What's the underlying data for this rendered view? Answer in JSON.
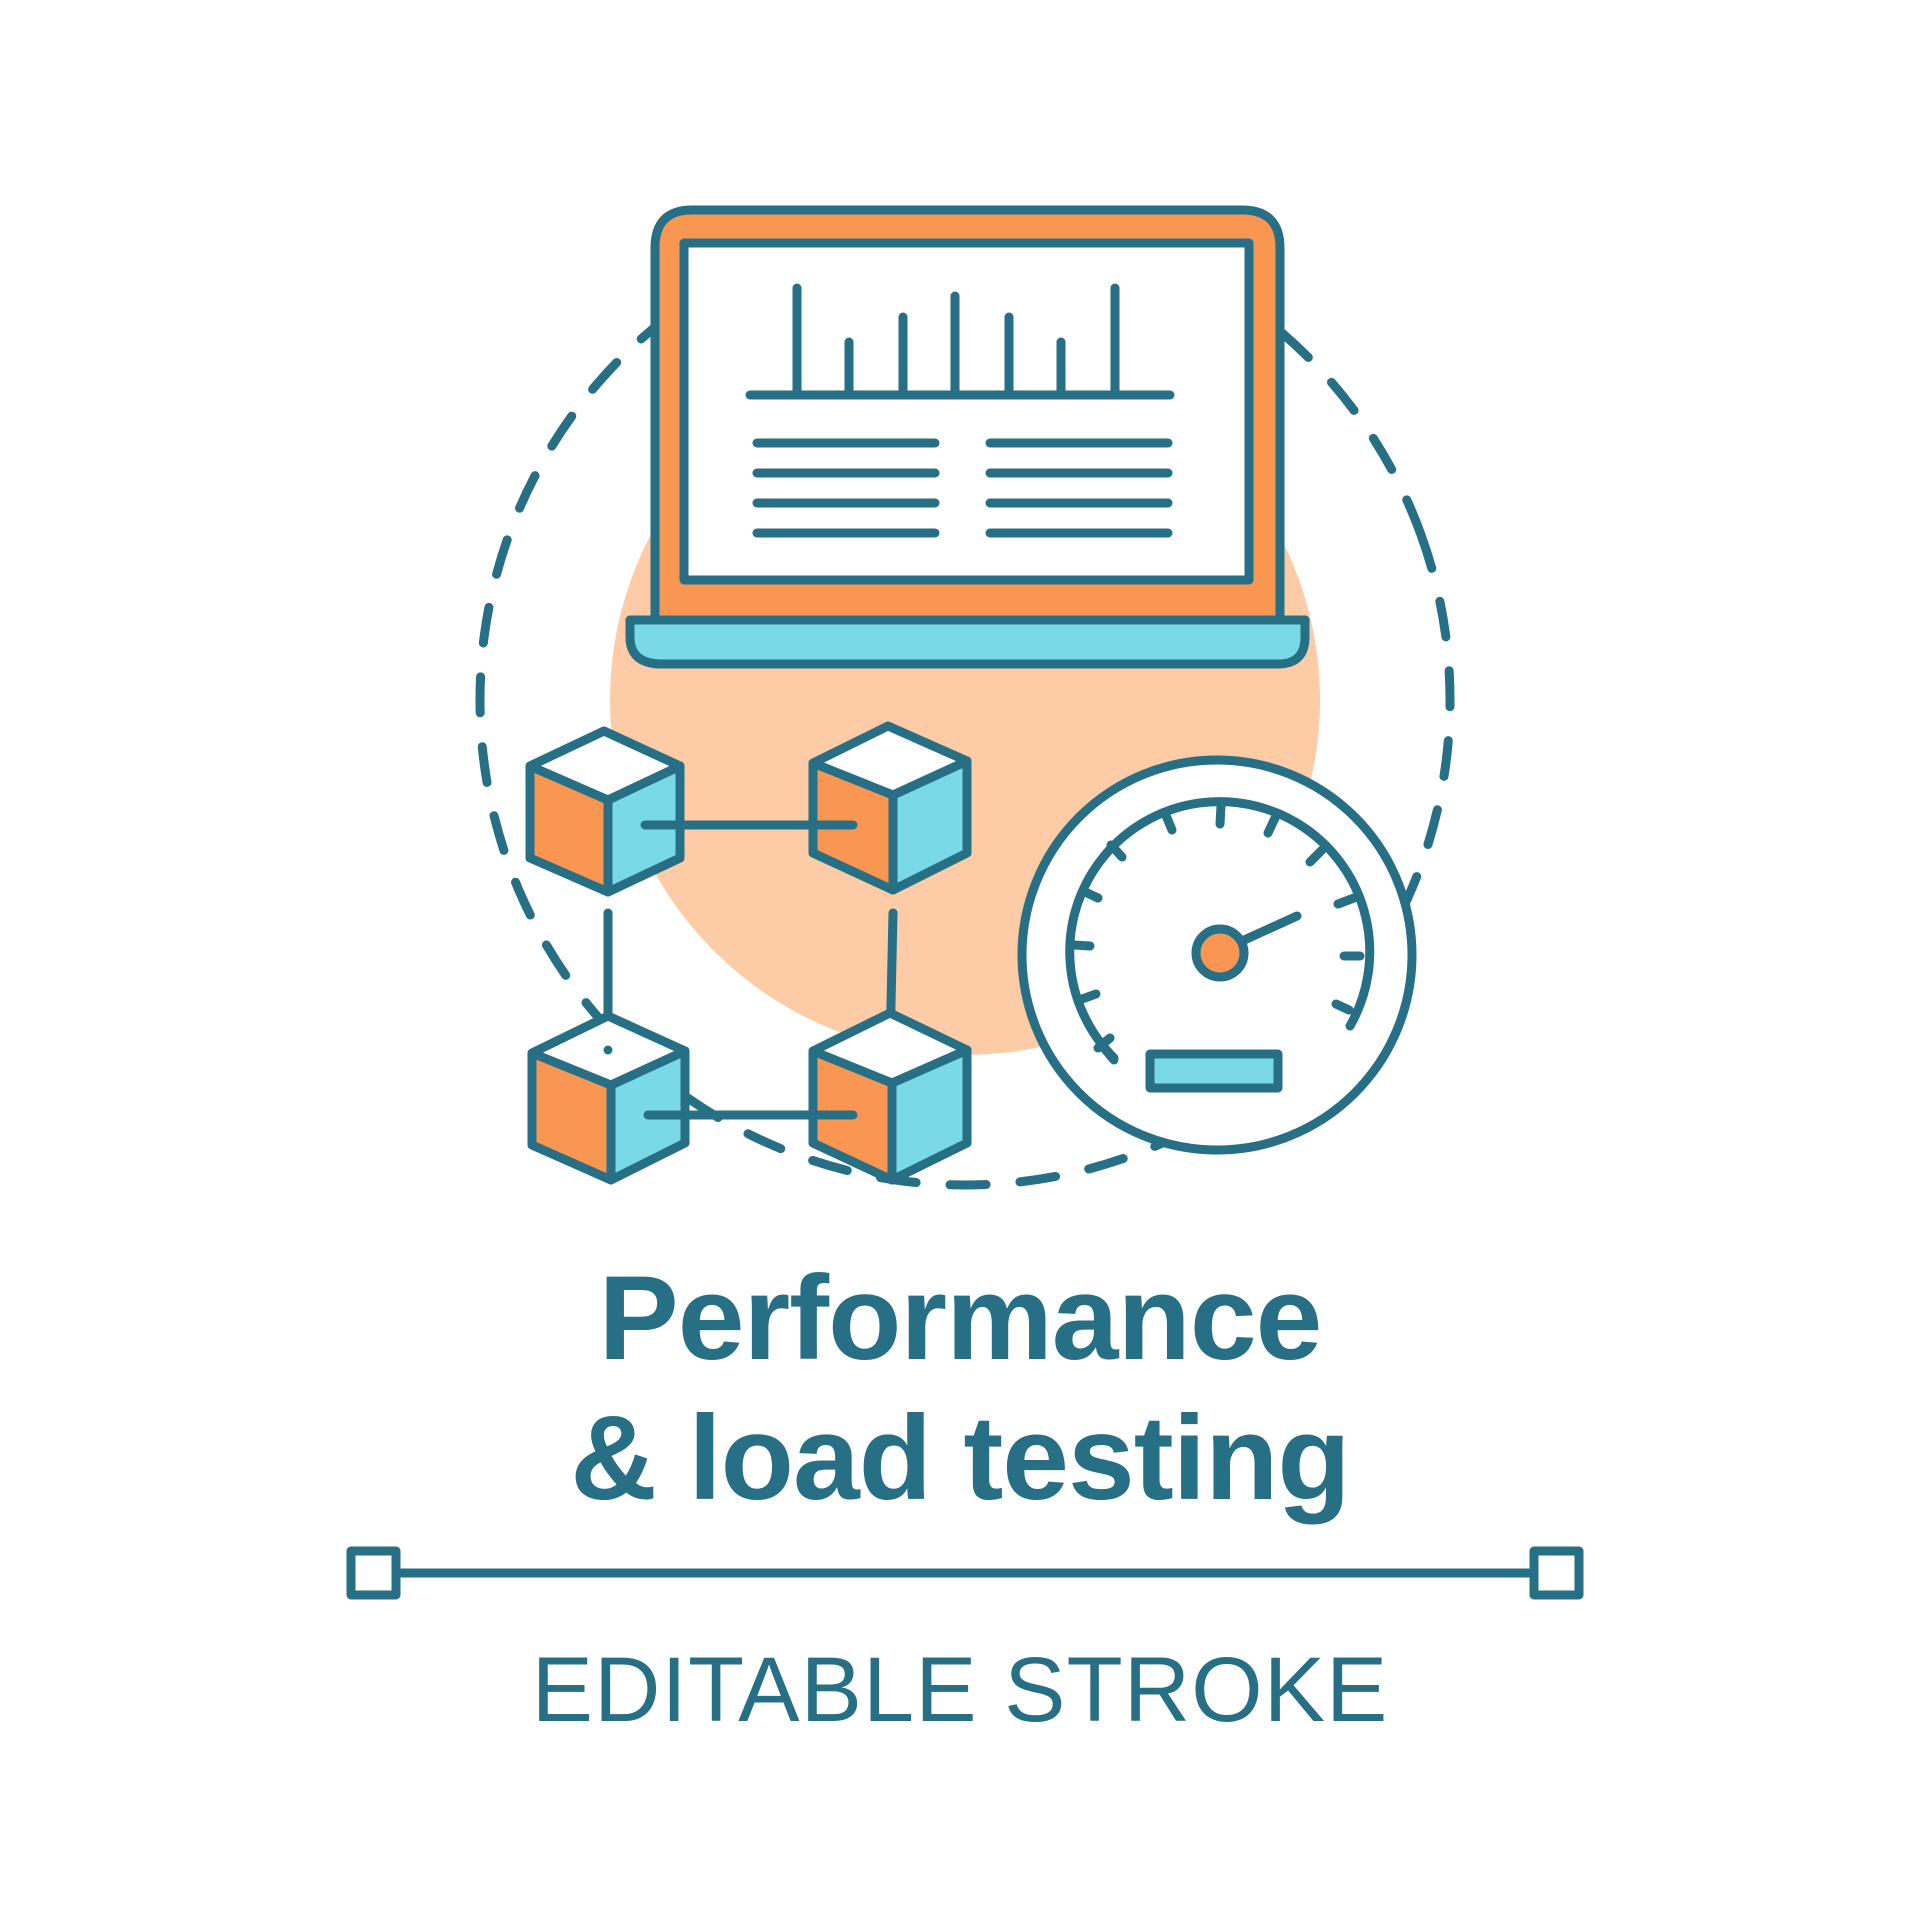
{
  "colors": {
    "stroke": "#266f84",
    "orange": "#f99752",
    "peach": "#fdcba5",
    "cyan": "#79d9e6",
    "white": "#ffffff"
  },
  "icons": [
    "laptop-icon",
    "bar-chart-icon",
    "cube-network-icon",
    "speedometer-icon"
  ],
  "title": {
    "line1": "Performance",
    "line2": "& load testing"
  },
  "subtitle": "EDITABLE STROKE"
}
